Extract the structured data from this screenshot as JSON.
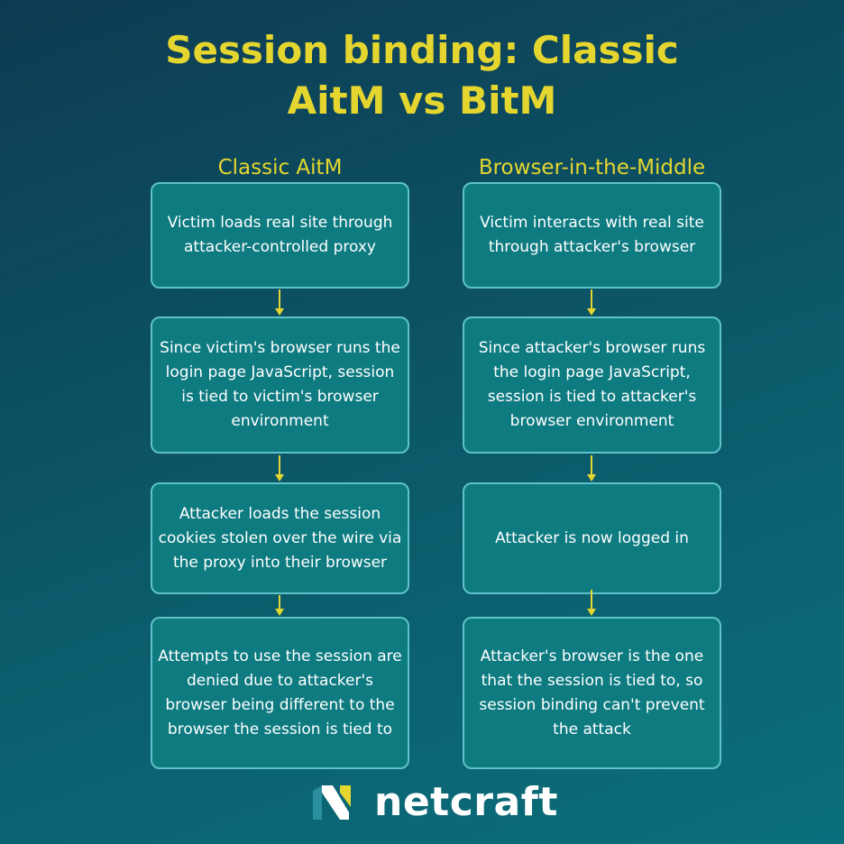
{
  "title_line1": "Session binding: Classic",
  "title_line2": "AitM vs BitM",
  "columns": [
    {
      "heading": "Classic AitM",
      "steps": [
        "Victim loads real site through attacker-controlled proxy",
        "Since victim's browser runs the login page JavaScript, session is tied to victim's browser environment",
        "Attacker loads the session cookies stolen over the wire via the proxy into their browser",
        "Attempts to use the session are denied due to attacker's browser being different to the browser the session is tied to"
      ]
    },
    {
      "heading": "Browser-in-the-Middle",
      "steps": [
        "Victim interacts with real site through attacker's browser",
        "Since attacker's browser runs the login page JavaScript, session is tied to attacker's browser environment",
        "Attacker is now logged in",
        "Attacker's browser is the one that the session is tied to, so session binding can't prevent the attack"
      ]
    }
  ],
  "logo_text": "netcraft",
  "colors": {
    "accent": "#e5d62f",
    "box_fill": "#0e7b81",
    "box_border": "#5fc2c9"
  }
}
